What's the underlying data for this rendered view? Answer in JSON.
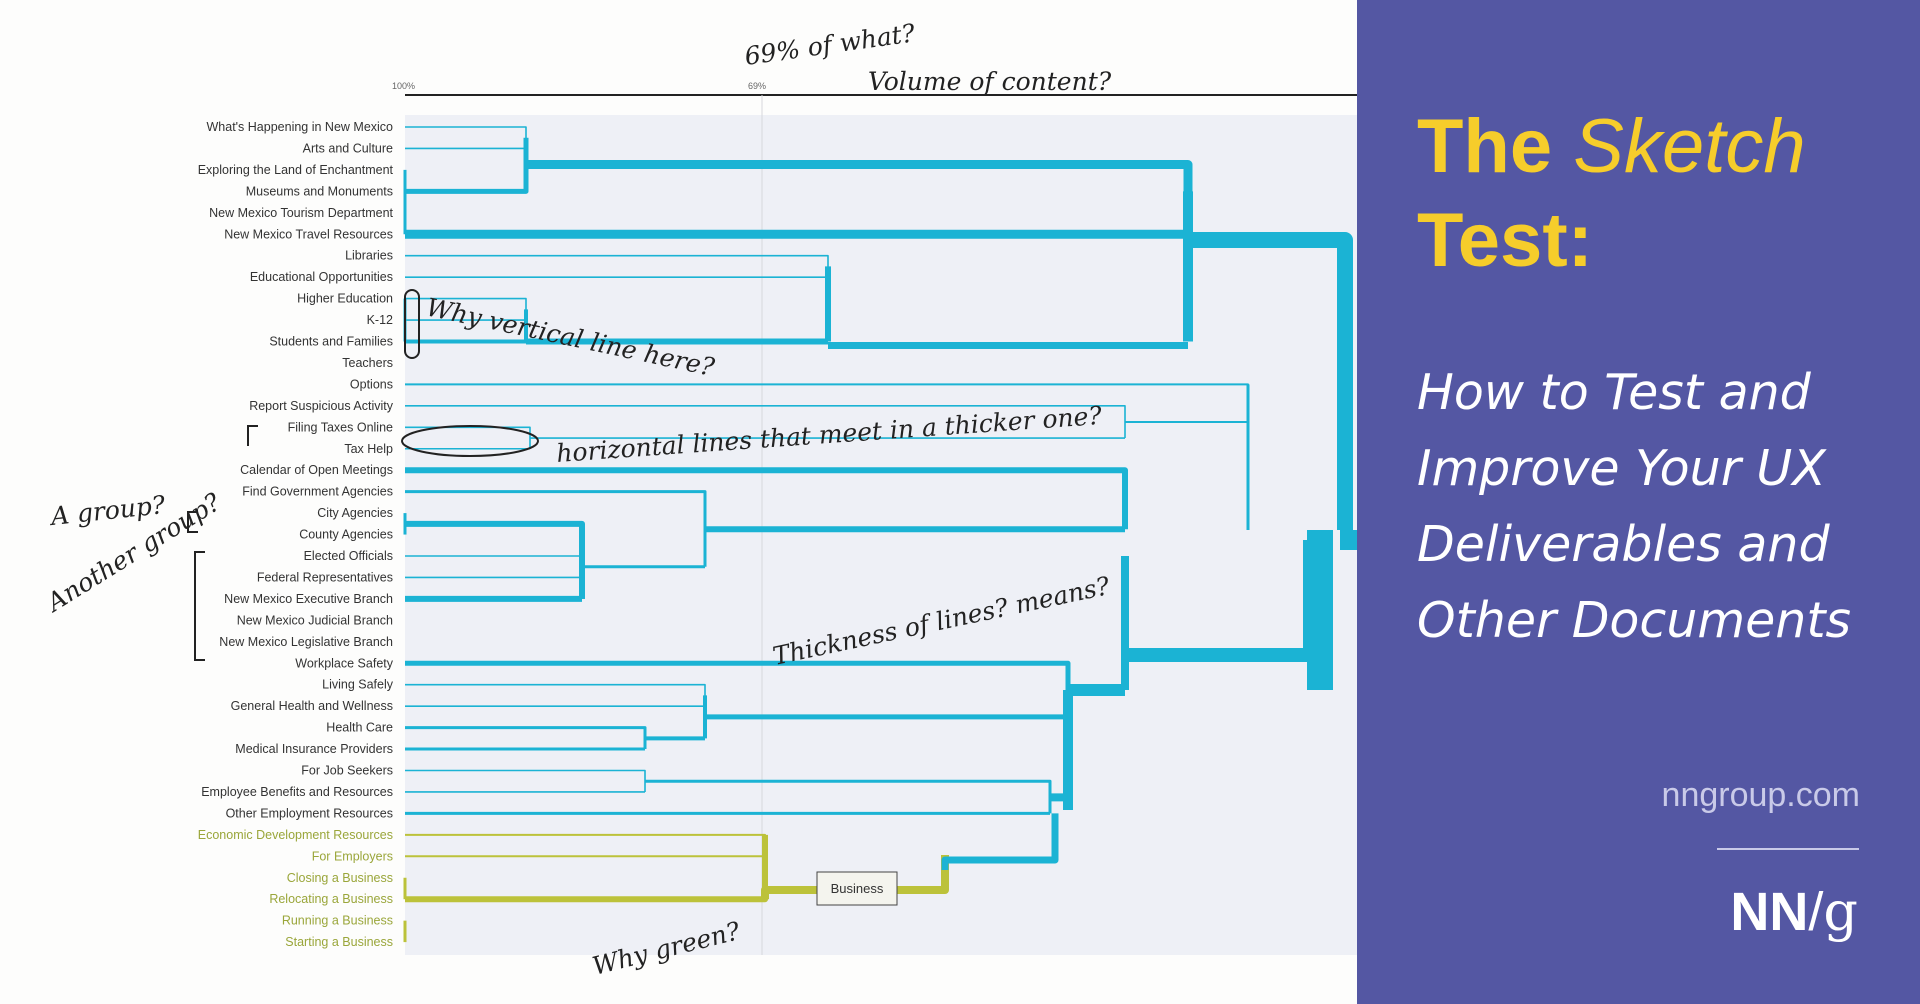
{
  "diagram": {
    "axis": {
      "left_label": "100%",
      "mid_label": "69%"
    },
    "leaves": [
      {
        "label": "What's Happening in New Mexico",
        "group": "blue"
      },
      {
        "label": "Arts and Culture",
        "group": "blue"
      },
      {
        "label": "Exploring the Land of Enchantment",
        "group": "blue"
      },
      {
        "label": "Museums and Monuments",
        "group": "blue"
      },
      {
        "label": "New Mexico Tourism Department",
        "group": "blue"
      },
      {
        "label": "New Mexico Travel Resources",
        "group": "blue"
      },
      {
        "label": "Libraries",
        "group": "blue"
      },
      {
        "label": "Educational Opportunities",
        "group": "blue"
      },
      {
        "label": "Higher Education",
        "group": "blue"
      },
      {
        "label": "K-12",
        "group": "blue"
      },
      {
        "label": "Students and Families",
        "group": "blue"
      },
      {
        "label": "Teachers",
        "group": "blue"
      },
      {
        "label": "Options",
        "group": "blue"
      },
      {
        "label": "Report Suspicious Activity",
        "group": "blue"
      },
      {
        "label": "Filing Taxes Online",
        "group": "blue"
      },
      {
        "label": "Tax Help",
        "group": "blue"
      },
      {
        "label": "Calendar of Open Meetings",
        "group": "blue"
      },
      {
        "label": "Find Government Agencies",
        "group": "blue"
      },
      {
        "label": "City Agencies",
        "group": "blue"
      },
      {
        "label": "County Agencies",
        "group": "blue"
      },
      {
        "label": "Elected Officials",
        "group": "blue"
      },
      {
        "label": "Federal Representatives",
        "group": "blue"
      },
      {
        "label": "New Mexico Executive Branch",
        "group": "blue"
      },
      {
        "label": "New Mexico Judicial Branch",
        "group": "blue"
      },
      {
        "label": "New Mexico Legislative Branch",
        "group": "blue"
      },
      {
        "label": "Workplace Safety",
        "group": "blue"
      },
      {
        "label": "Living Safely",
        "group": "blue"
      },
      {
        "label": "General Health and Wellness",
        "group": "blue"
      },
      {
        "label": "Health Care",
        "group": "blue"
      },
      {
        "label": "Medical Insurance Providers",
        "group": "blue"
      },
      {
        "label": "For Job Seekers",
        "group": "blue"
      },
      {
        "label": "Employee Benefits and Resources",
        "group": "blue"
      },
      {
        "label": "Other Employment Resources",
        "group": "blue"
      },
      {
        "label": "Economic Development Resources",
        "group": "green"
      },
      {
        "label": "For Employers",
        "group": "green"
      },
      {
        "label": "Closing a Business",
        "group": "green"
      },
      {
        "label": "Relocating a Business",
        "group": "green"
      },
      {
        "label": "Running a Business",
        "group": "green"
      },
      {
        "label": "Starting a Business",
        "group": "green"
      }
    ],
    "cluster_box_label": "Business",
    "annotations": [
      "69% of what?",
      "Volume of content?",
      "Why vertical line here?",
      "horizontal lines that meet in a thicker one?",
      "A group?",
      "Another group?",
      "Thickness of lines? means?",
      "Why green?"
    ],
    "colors": {
      "blue": "#1bb3d4",
      "green": "#bcc23a",
      "panel": "#5457a3",
      "title": "#f6cd2b"
    }
  },
  "panel": {
    "title_word1": "The",
    "title_word2": "Sketch",
    "title_word3": "Test:",
    "subtitle_lines": [
      "How to Test and",
      "Improve Your UX",
      "Deliverables and",
      "Other Documents"
    ],
    "site": "nngroup.com",
    "logo_nn": "NN",
    "logo_slash": "/",
    "logo_g": "g"
  }
}
